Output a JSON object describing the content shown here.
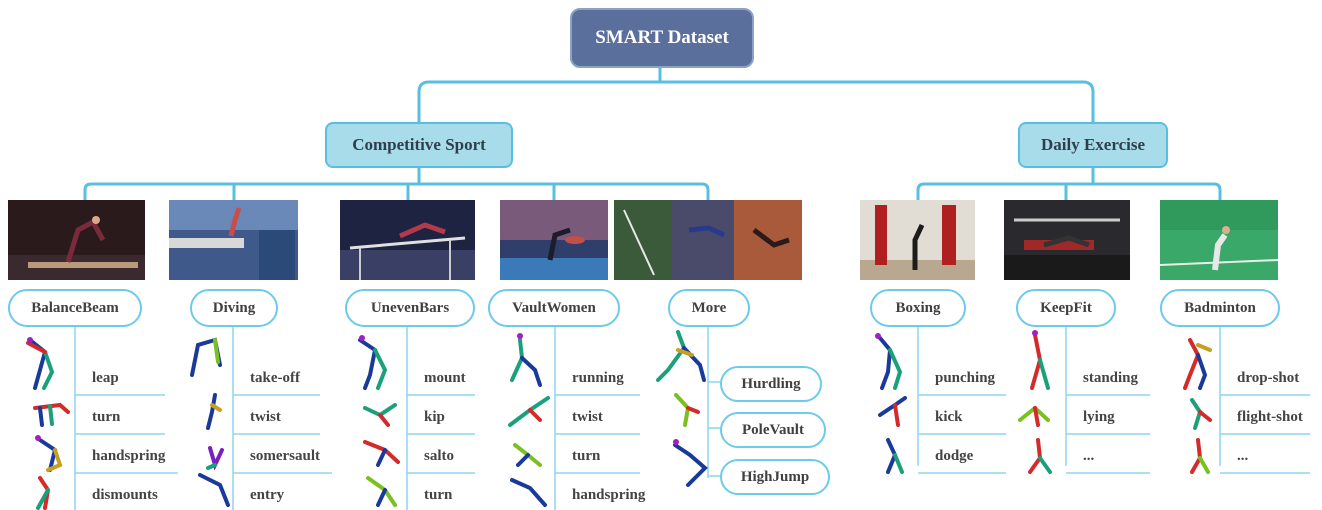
{
  "root": {
    "label": "SMART Dataset"
  },
  "colors": {
    "root_fill": "#5b6f9c",
    "mid_fill": "#a8dceb",
    "connector": "#59bfe0",
    "pill_border": "#6ccbeb"
  },
  "categories": [
    {
      "label": "Competitive Sport",
      "sports": [
        {
          "label": "BalanceBeam",
          "actions": [
            "leap",
            "turn",
            "handspring",
            "dismounts"
          ]
        },
        {
          "label": "Diving",
          "actions": [
            "take-off",
            "twist",
            "somersault",
            "entry"
          ]
        },
        {
          "label": "UnevenBars",
          "actions": [
            "mount",
            "kip",
            "salto",
            "turn"
          ]
        },
        {
          "label": "VaultWomen",
          "actions": [
            "running",
            "twist",
            "turn",
            "handspring"
          ]
        },
        {
          "label": "More",
          "subsports": [
            "Hurdling",
            "PoleVault",
            "HighJump"
          ]
        }
      ]
    },
    {
      "label": "Daily Exercise",
      "sports": [
        {
          "label": "Boxing",
          "actions": [
            "punching",
            "kick",
            "dodge"
          ]
        },
        {
          "label": "KeepFit",
          "actions": [
            "standing",
            "lying",
            "..."
          ]
        },
        {
          "label": "Badminton",
          "actions": [
            "drop-shot",
            "flight-shot",
            "..."
          ]
        }
      ]
    }
  ]
}
